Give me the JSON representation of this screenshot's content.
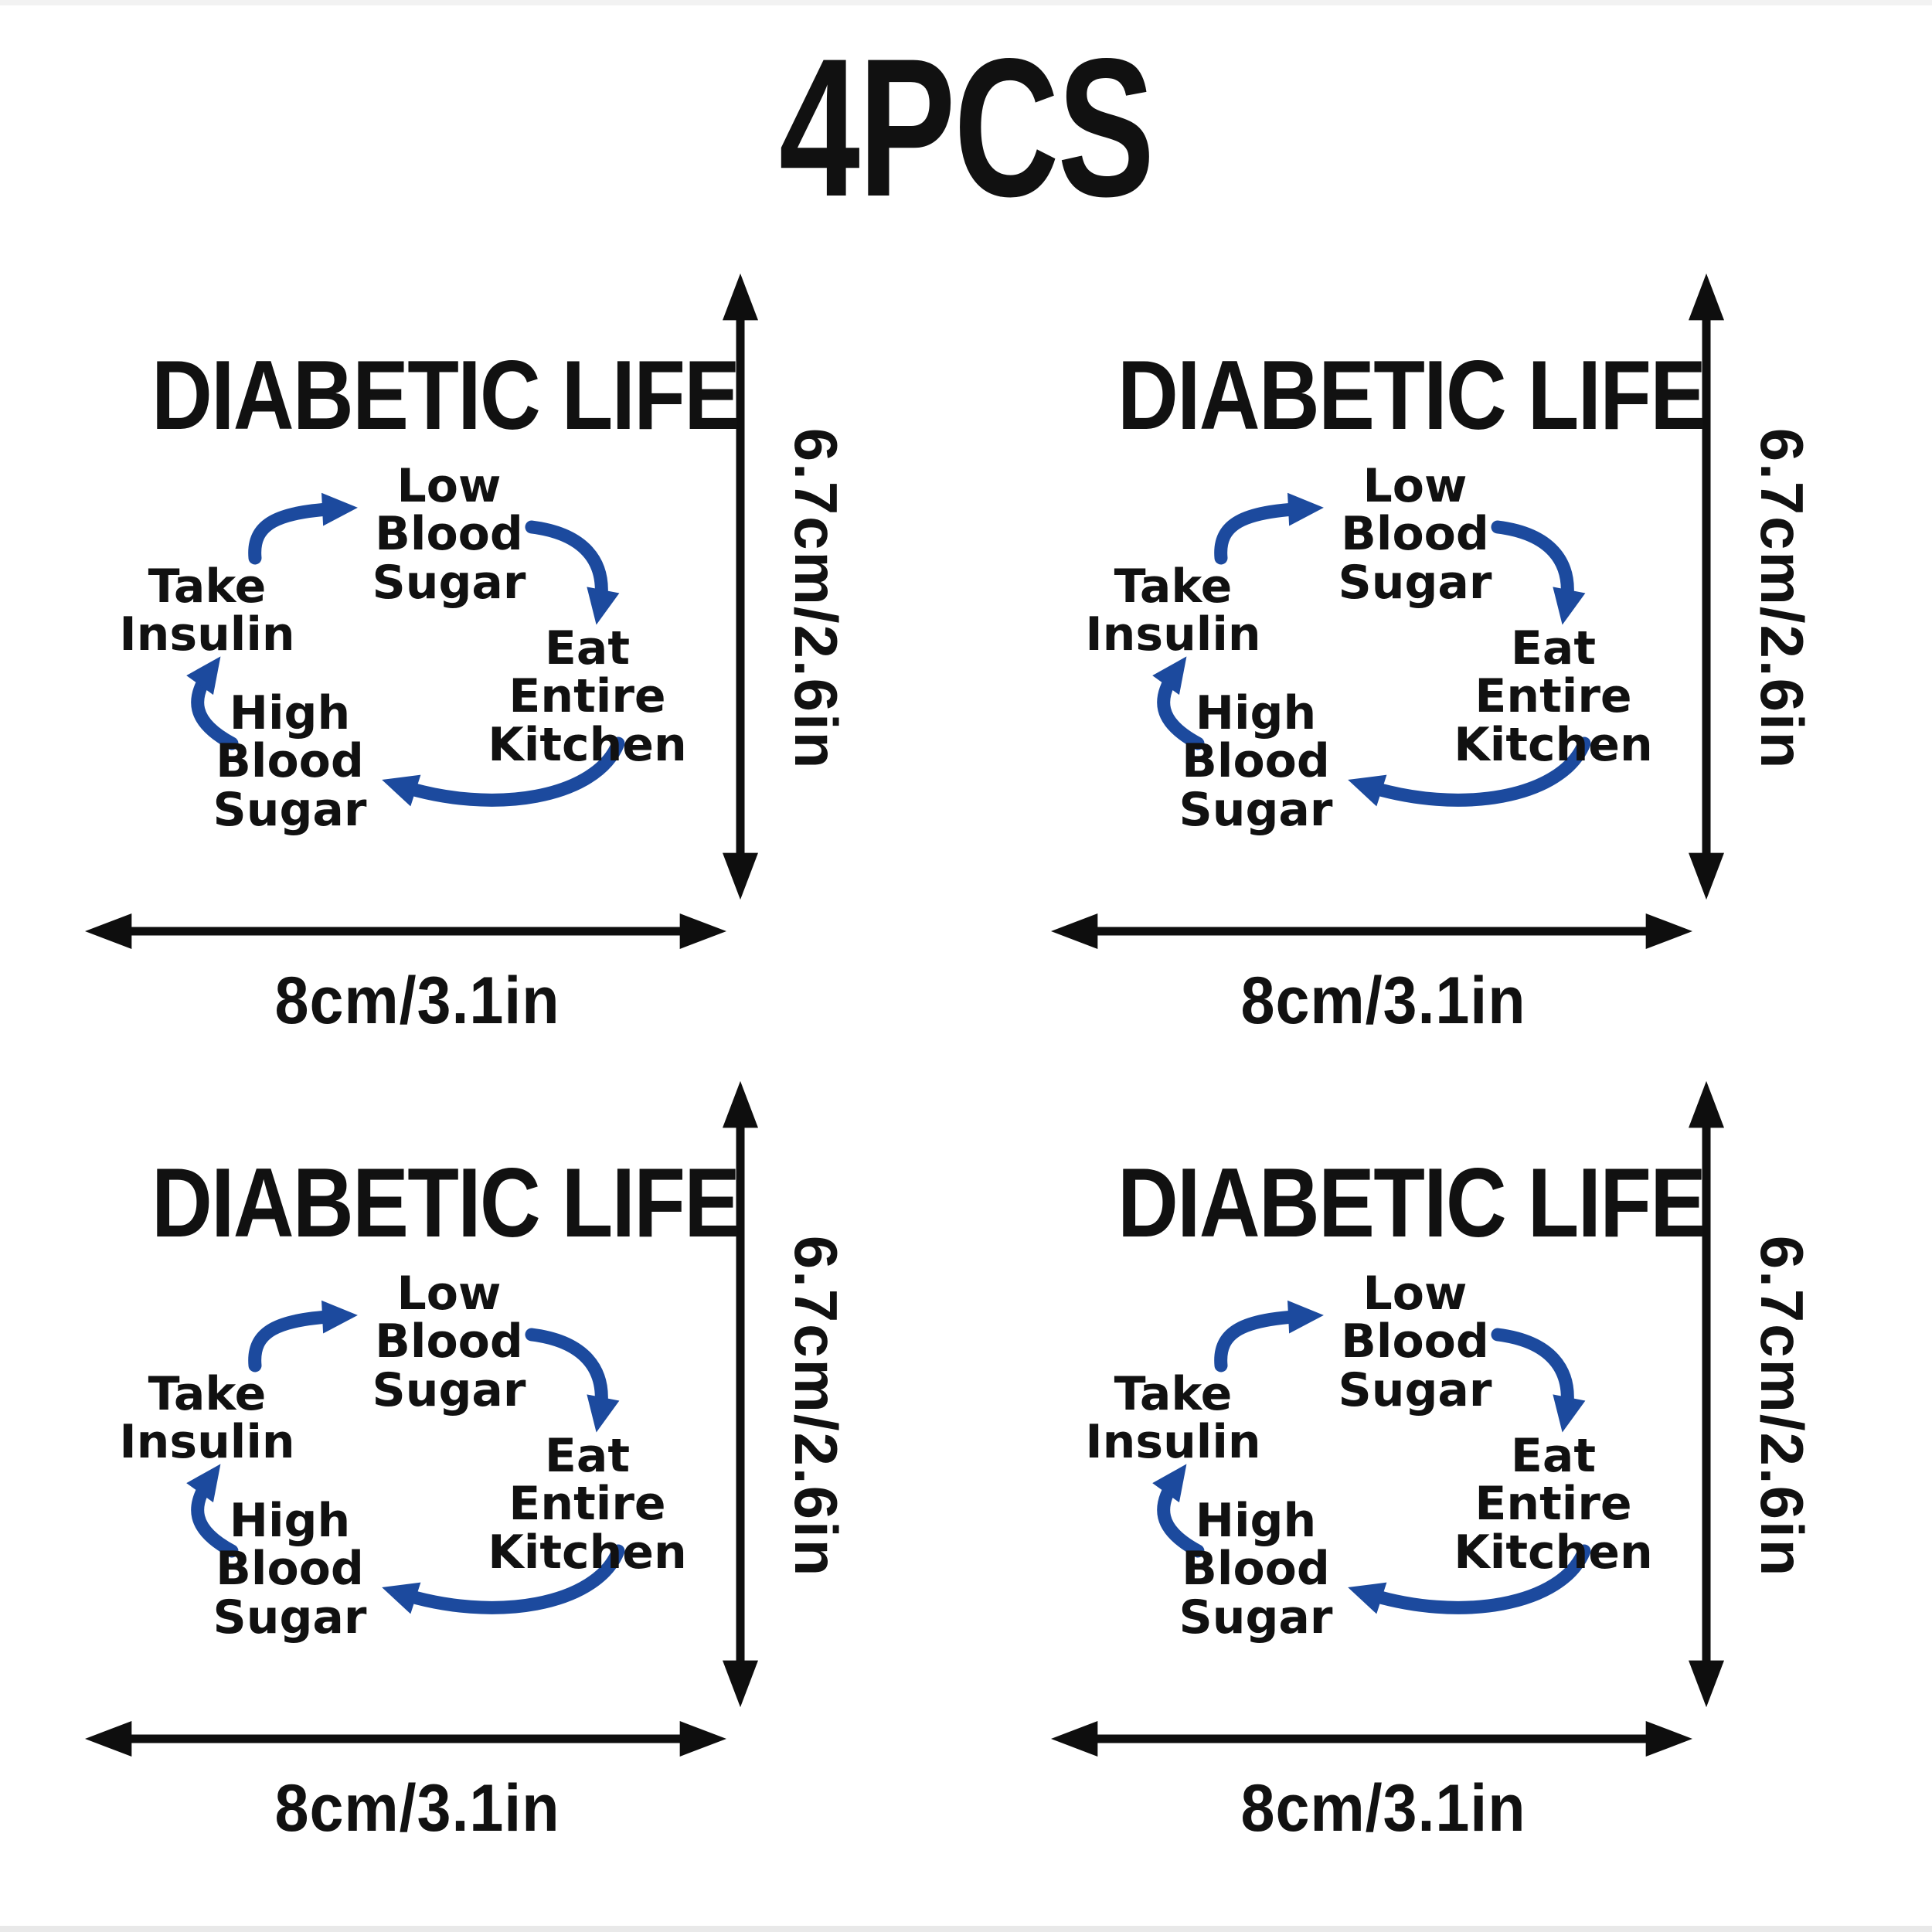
{
  "header": {
    "count_label": "4PCS"
  },
  "colors": {
    "arrow_blue": "#1c4a9e",
    "text_black": "#111111",
    "background": "#ffffff"
  },
  "icons": {
    "cycle_arrow": "curved-hand-drawn-arrow",
    "dimension_arrow": "double-headed-measurement-arrow"
  },
  "stickers": [
    {
      "title": "DIABETIC LIFE",
      "cycle": {
        "low_blood_sugar": [
          "Low",
          "Blood",
          "Sugar"
        ],
        "eat_entire_kitchen": [
          "Eat",
          "Entire",
          "Kitchen"
        ],
        "high_blood_sugar": [
          "High",
          "Blood",
          "Sugar"
        ],
        "take_insulin": [
          "Take",
          "Insulin"
        ]
      },
      "height_label": "6.7cm/2.6in",
      "width_label": "8cm/3.1in"
    },
    {
      "title": "DIABETIC LIFE",
      "cycle": {
        "low_blood_sugar": [
          "Low",
          "Blood",
          "Sugar"
        ],
        "eat_entire_kitchen": [
          "Eat",
          "Entire",
          "Kitchen"
        ],
        "high_blood_sugar": [
          "High",
          "Blood",
          "Sugar"
        ],
        "take_insulin": [
          "Take",
          "Insulin"
        ]
      },
      "height_label": "6.7cm/2.6in",
      "width_label": "8cm/3.1in"
    },
    {
      "title": "DIABETIC LIFE",
      "cycle": {
        "low_blood_sugar": [
          "Low",
          "Blood",
          "Sugar"
        ],
        "eat_entire_kitchen": [
          "Eat",
          "Entire",
          "Kitchen"
        ],
        "high_blood_sugar": [
          "High",
          "Blood",
          "Sugar"
        ],
        "take_insulin": [
          "Take",
          "Insulin"
        ]
      },
      "height_label": "6.7cm/2.6in",
      "width_label": "8cm/3.1in"
    },
    {
      "title": "DIABETIC LIFE",
      "cycle": {
        "low_blood_sugar": [
          "Low",
          "Blood",
          "Sugar"
        ],
        "eat_entire_kitchen": [
          "Eat",
          "Entire",
          "Kitchen"
        ],
        "high_blood_sugar": [
          "High",
          "Blood",
          "Sugar"
        ],
        "take_insulin": [
          "Take",
          "Insulin"
        ]
      },
      "height_label": "6.7cm/2.6in",
      "width_label": "8cm/3.1in"
    }
  ]
}
